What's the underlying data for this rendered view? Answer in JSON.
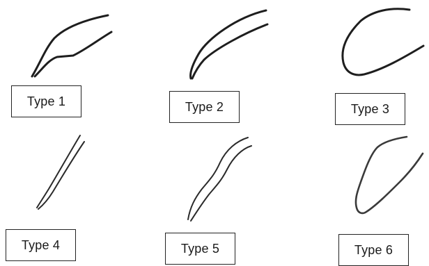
{
  "types": [
    {
      "label": "Type 1",
      "stroke": "#1e1e1e"
    },
    {
      "label": "Type 2",
      "stroke": "#1e1e1e"
    },
    {
      "label": "Type 3",
      "stroke": "#1e1e1e"
    },
    {
      "label": "Type 4",
      "stroke": "#2a2a2a"
    },
    {
      "label": "Type 5",
      "stroke": "#2a2a2a"
    },
    {
      "label": "Type 6",
      "stroke": "#3a3a3a"
    }
  ]
}
